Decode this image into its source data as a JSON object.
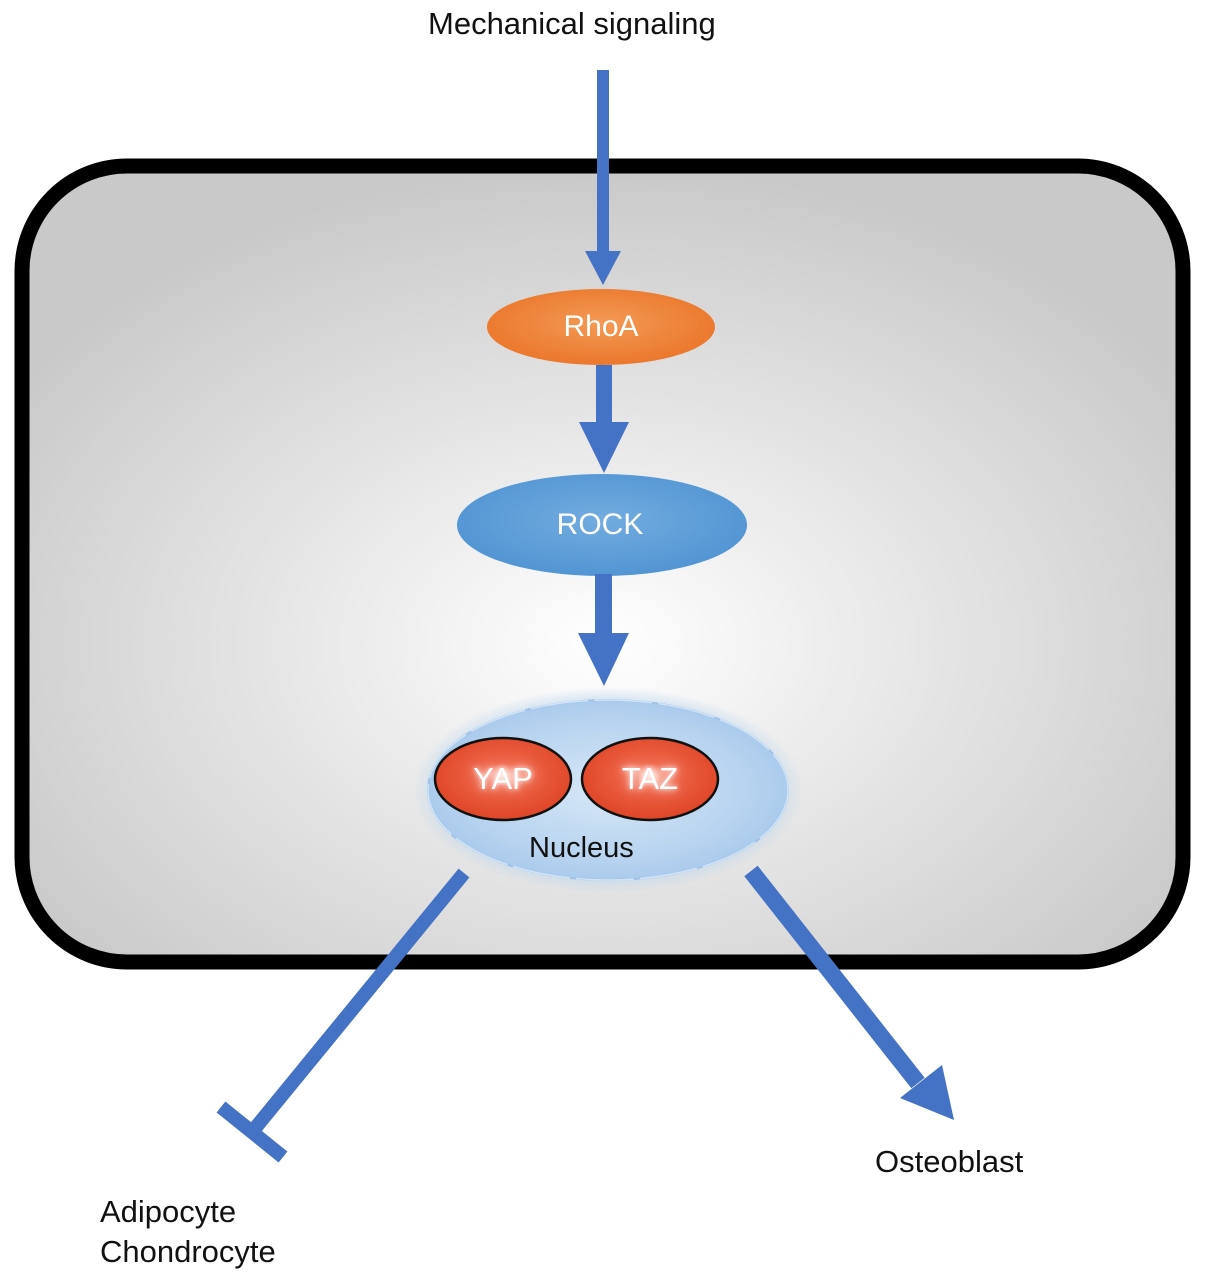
{
  "diagram": {
    "input_label": "Mechanical signaling",
    "nodes": {
      "rhoa": "RhoA",
      "rock": "ROCK",
      "yap": "YAP",
      "taz": "TAZ",
      "nucleus": "Nucleus"
    },
    "outputs": {
      "inhibited": [
        "Adipocyte",
        "Chondrocyte"
      ],
      "promoted": "Osteoblast"
    },
    "colors": {
      "arrow": "#4472C4",
      "rhoa": "#ED7D31",
      "rock": "#5B9BD5",
      "yap_taz": "#E0492A",
      "nucleus": "#BDD7EE",
      "cell_border": "#000000",
      "cell_fill_edge": "#C9C9C9",
      "cell_fill_center": "#FFFFFF"
    }
  }
}
